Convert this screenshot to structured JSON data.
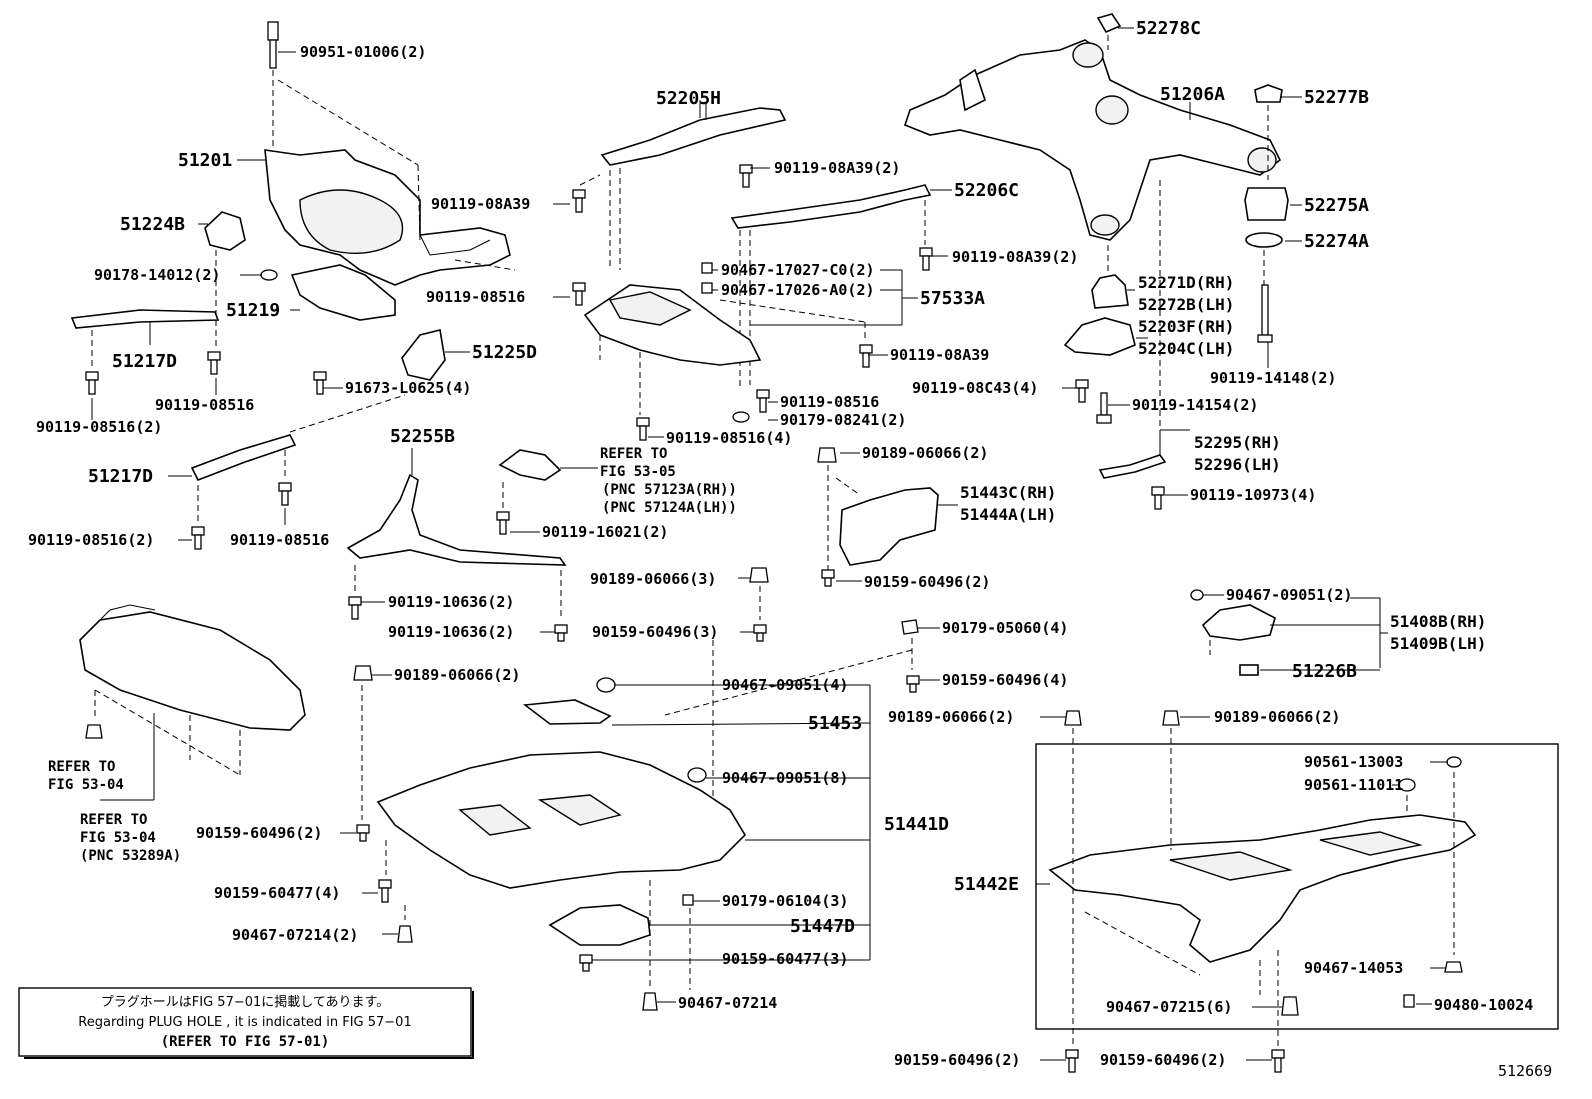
{
  "labels": {
    "p90951": "90951-01006(2)",
    "p52278c": "52278C",
    "p52205h": "52205H",
    "p51206a": "51206A",
    "p52277b": "52277B",
    "p51201": "51201",
    "p90119_08a39_a": "90119-08A39(2)",
    "p90119_08a39_b": "90119-08A39",
    "p52206c": "52206C",
    "p52275a": "52275A",
    "p51224b": "51224B",
    "p52274a": "52274A",
    "p90119_08a39_c": "90119-08A39(2)",
    "p90178": "90178-14012(2)",
    "p90467_17027": "90467-17027-C0(2)",
    "p52271d": "52271D(RH)",
    "p90119_08516_a": "90119-08516",
    "p90467_17026": "90467-17026-A0(2)",
    "p57533a": "57533A",
    "p52272b": "52272B(LH)",
    "p51219": "51219",
    "p52203f": "52203F(RH)",
    "p51225d": "51225D",
    "p90119_08a39_d": "90119-08A39",
    "p52204c": "52204C(LH)",
    "p51217d_a": "51217D",
    "p91673": "91673-L0625(4)",
    "p90119_08c43": "90119-08C43(4)",
    "p90119_14148": "90119-14148(2)",
    "p90119_08516_b": "90119-08516",
    "p90119_08516_c": "90119-08516",
    "p90119_14154": "90119-14154(2)",
    "p90179_08241": "90179-08241(2)",
    "p90119_08516_d": "90119-08516(2)",
    "p90119_08516_e": "90119-08516(4)",
    "p52255b": "52255B",
    "p52295": "52295(RH)",
    "ref5305_a": "REFER TO",
    "ref5305_b": "FIG 53-05",
    "p90189_06066_a": "90189-06066(2)",
    "p52296": "52296(LH)",
    "ref5305_c": "(PNC 57123A(RH))",
    "p51217d_b": "51217D",
    "ref5305_d": "(PNC 57124A(LH))",
    "p51443c": "51443C(RH)",
    "p90119_10973": "90119-10973(4)",
    "p51444a": "51444A(LH)",
    "p90119_16021": "90119-16021(2)",
    "p90119_08516_f": "90119-08516(2)",
    "p90119_08516_g": "90119-08516",
    "p90189_06066_b": "90189-06066(3)",
    "p90159_60496_a": "90159-60496(2)",
    "p90467_09051_a": "90467-09051(2)",
    "p90119_10636_a": "90119-10636(2)",
    "p51408b": "51408B(RH)",
    "p90119_10636_b": "90119-10636(2)",
    "p90159_60496_b": "90159-60496(3)",
    "p90179_05060": "90179-05060(4)",
    "p51409b": "51409B(LH)",
    "p51226b": "51226B",
    "p90189_06066_c": "90189-06066(2)",
    "p90467_09051_b": "90467-09051(4)",
    "p90159_60496_c": "90159-60496(4)",
    "p51453": "51453",
    "p90189_06066_d": "90189-06066(2)",
    "p90189_06066_e": "90189-06066(2)",
    "p90561_13003": "90561-13003",
    "ref5304_a": "REFER TO",
    "ref5304_b": "FIG 53-04",
    "p90467_09051_c": "90467-09051(8)",
    "p90561_11011": "90561-11011",
    "ref5304_c": "REFER TO",
    "p90159_60496_d": "90159-60496(2)",
    "p51441d": "51441D",
    "ref5304_d": "FIG 53-04",
    "ref5304_e": "(PNC 53289A)",
    "p51442e": "51442E",
    "p90159_60477_a": "90159-60477(4)",
    "p90179_06104": "90179-06104(3)",
    "p51447d": "51447D",
    "p90467_07214_a": "90467-07214(2)",
    "p90159_60477_b": "90159-60477(3)",
    "p90467_14053": "90467-14053",
    "p90467_07214_b": "90467-07214",
    "p90467_07215": "90467-07215(6)",
    "p90480_10024": "90480-10024",
    "p90159_60496_e": "90159-60496(2)",
    "p90159_60496_f": "90159-60496(2)",
    "fig_number": "512669"
  },
  "note": {
    "line1": "プラグホールはFIG 57−01に掲載してあります。",
    "line2": "Regarding  PLUG  HOLE , it is indicated in FIG 57−01",
    "line3": "(REFER TO FIG 57-01)"
  }
}
